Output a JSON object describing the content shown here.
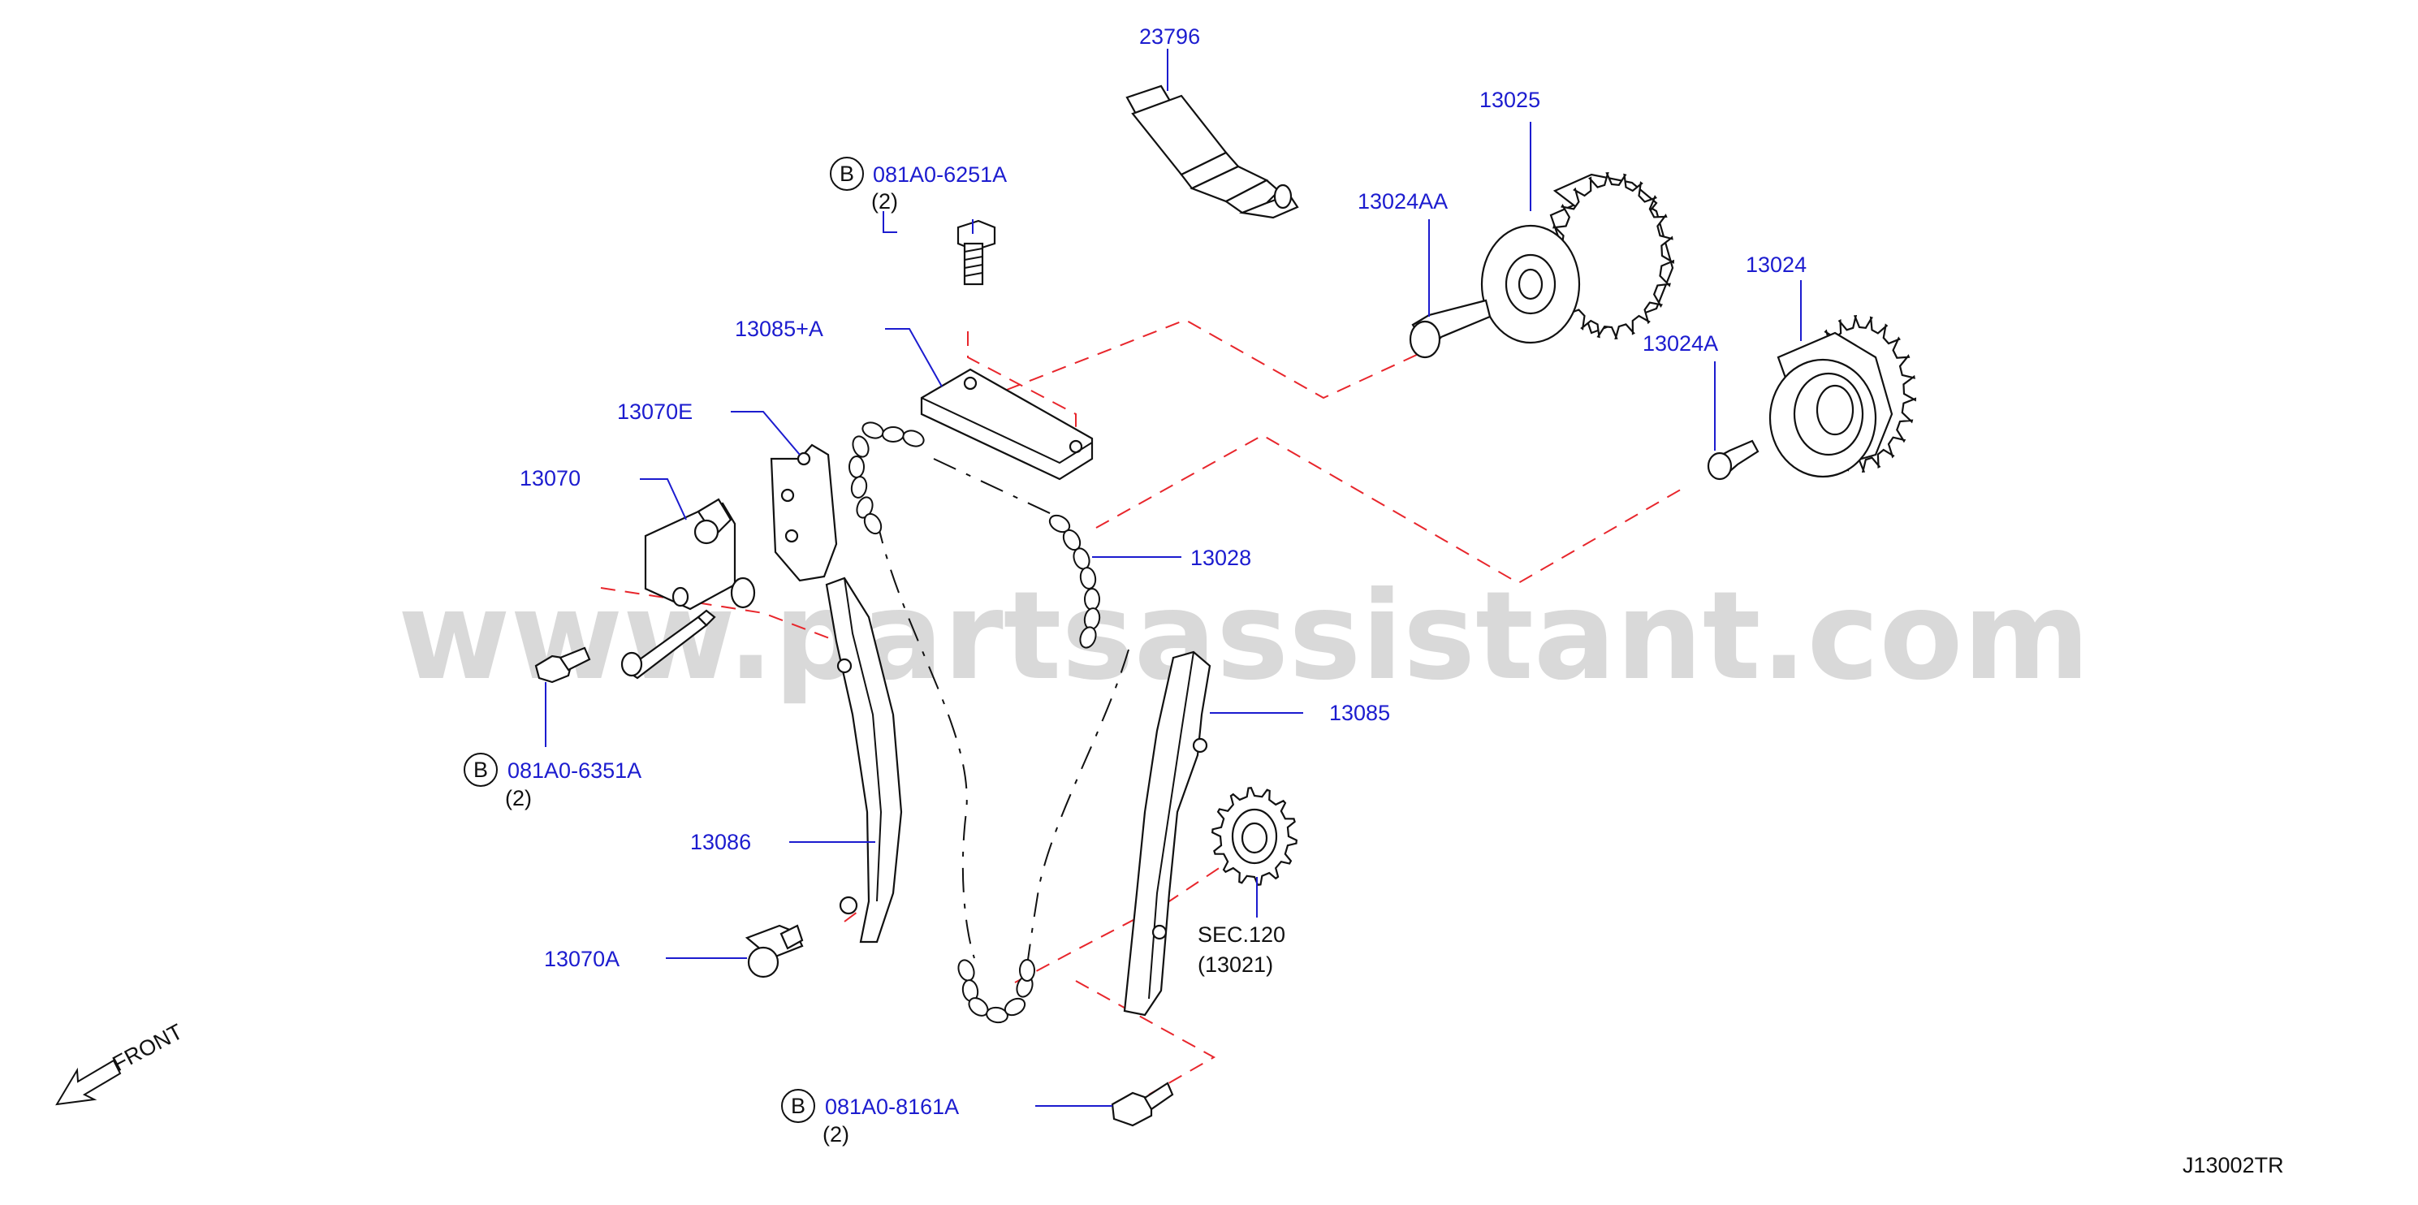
{
  "watermark": "www.partsassistant.com",
  "diagram_code": "J13002TR",
  "front_label": "FRONT",
  "labels": {
    "p23796": "23796",
    "p13025": "13025",
    "p13024AA": "13024AA",
    "p13024": "13024",
    "p13024A": "13024A",
    "p13085A": "13085+A",
    "p13070E": "13070E",
    "p13070": "13070",
    "p13028": "13028",
    "p13085": "13085",
    "p13086": "13086",
    "p13070A": "13070A",
    "sec120": "SEC.120",
    "p13021": "(13021)"
  },
  "bolts": {
    "b1": {
      "badge": "B",
      "code": "081A0-6251A",
      "qty": "(2)"
    },
    "b2": {
      "badge": "B",
      "code": "081A0-6351A",
      "qty": "(2)"
    },
    "b3": {
      "badge": "B",
      "code": "081A0-8161A",
      "qty": "(2)"
    }
  },
  "colors": {
    "label": "#1c1ccf",
    "dash": "#e8262c",
    "watermark": "#d9d9d9"
  }
}
